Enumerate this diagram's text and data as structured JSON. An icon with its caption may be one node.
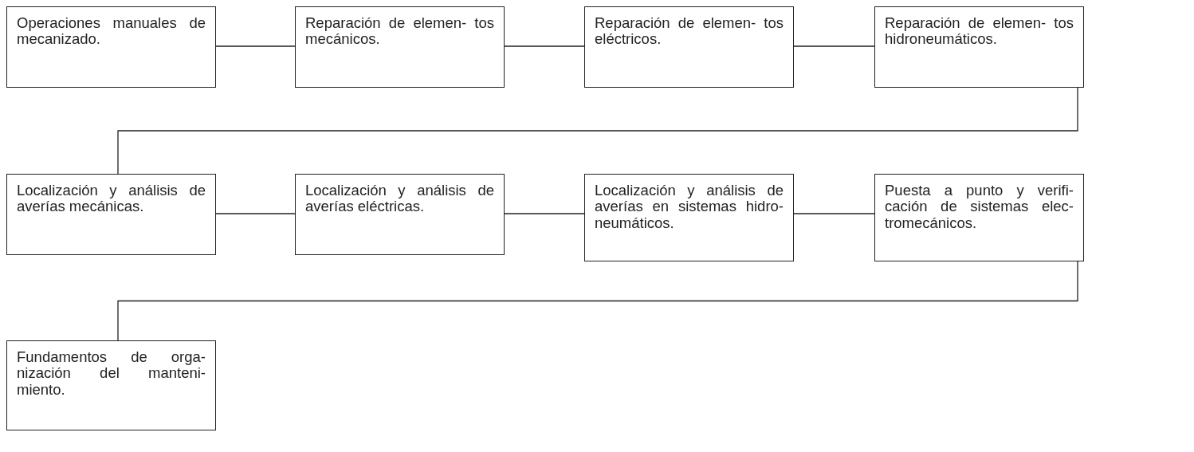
{
  "diagram": {
    "nodes": [
      {
        "text": [
          "Operaciones manuales de mecanizado."
        ]
      },
      {
        "text": [
          "Reparación de elemen- tos mecánicos."
        ]
      },
      {
        "text": [
          "Reparación de elemen- tos eléctricos."
        ]
      },
      {
        "text": [
          "Reparación de elemen- tos hidroneumáticos."
        ]
      },
      {
        "text": [
          "Localización y análisis de averías mecánicas."
        ]
      },
      {
        "text": [
          "Localización y análisis de averías eléctricas."
        ]
      },
      {
        "text": [
          "Localización y análisis de averías en sistemas hidro- neumáticos."
        ]
      },
      {
        "text": [
          "Puesta a punto y verifi- cación de sistemas elec- tromecánicos."
        ]
      },
      {
        "text": [
          "Fundamentos de orga- nización del manteni- miento."
        ]
      }
    ],
    "edges": [
      {
        "from": 0,
        "to": 1,
        "arrow": "none"
      },
      {
        "from": 1,
        "to": 2,
        "arrow": "none"
      },
      {
        "from": 2,
        "to": 3,
        "arrow": "none"
      },
      {
        "from": 3,
        "to": 4,
        "arrow": "none"
      },
      {
        "from": 4,
        "to": 5,
        "arrow": "none"
      },
      {
        "from": 5,
        "to": 6,
        "arrow": "none"
      },
      {
        "from": 6,
        "to": 7,
        "arrow": "none"
      },
      {
        "from": 7,
        "to": 8,
        "arrow": "none"
      }
    ]
  }
}
